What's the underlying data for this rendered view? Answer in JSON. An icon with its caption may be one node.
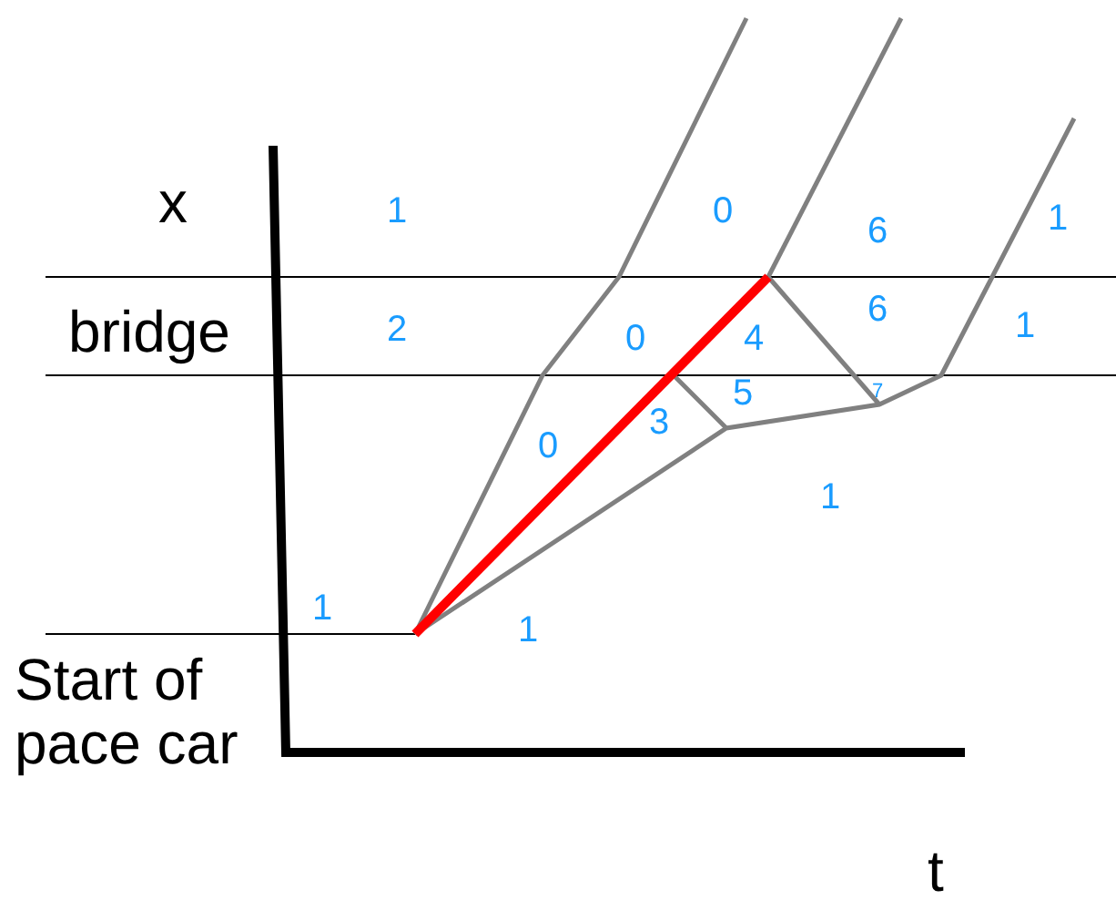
{
  "diagram": {
    "labels": [
      "x",
      "1",
      "0",
      "6",
      "1",
      "bridge",
      "2",
      "0",
      "4",
      "6",
      "1",
      "7",
      "5",
      "3",
      "0",
      "1",
      "1",
      "1",
      "Start of pace car",
      "t"
    ]
  }
}
